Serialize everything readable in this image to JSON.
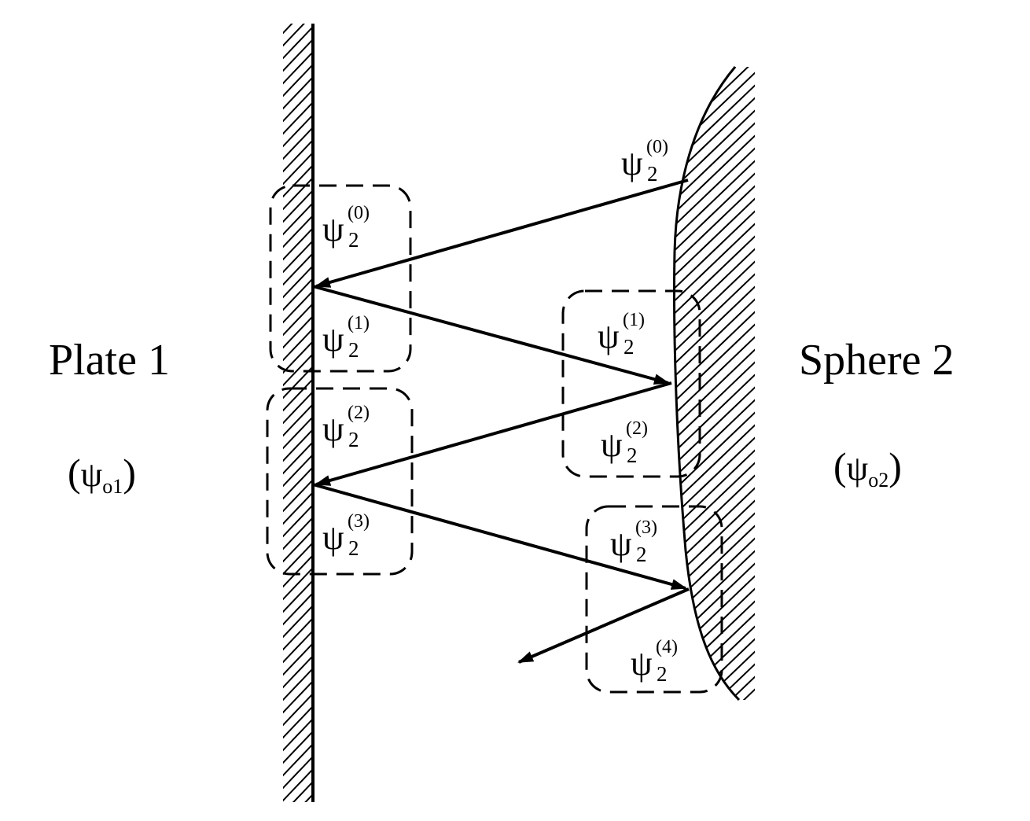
{
  "plate": {
    "name": "Plate 1",
    "potential_symbol": "ψ",
    "potential_subscript": "o1"
  },
  "sphere": {
    "name": "Sphere 2",
    "potential_symbol": "ψ",
    "potential_subscript": "o2"
  },
  "psi_labels": {
    "top": {
      "symbol": "ψ",
      "sub": "2",
      "sup": "(0)"
    },
    "plate_box1_upper": {
      "symbol": "ψ",
      "sub": "2",
      "sup": "(0)"
    },
    "plate_box1_lower": {
      "symbol": "ψ",
      "sub": "2",
      "sup": "(1)"
    },
    "plate_box2_upper": {
      "symbol": "ψ",
      "sub": "2",
      "sup": "(2)"
    },
    "plate_box2_lower": {
      "symbol": "ψ",
      "sub": "2",
      "sup": "(3)"
    },
    "sphere_box1_upper": {
      "symbol": "ψ",
      "sub": "2",
      "sup": "(1)"
    },
    "sphere_box1_lower": {
      "symbol": "ψ",
      "sub": "2",
      "sup": "(2)"
    },
    "sphere_box2_upper": {
      "symbol": "ψ",
      "sub": "2",
      "sup": "(3)"
    },
    "sphere_box2_lower": {
      "symbol": "ψ",
      "sub": "2",
      "sup": "(4)"
    }
  }
}
